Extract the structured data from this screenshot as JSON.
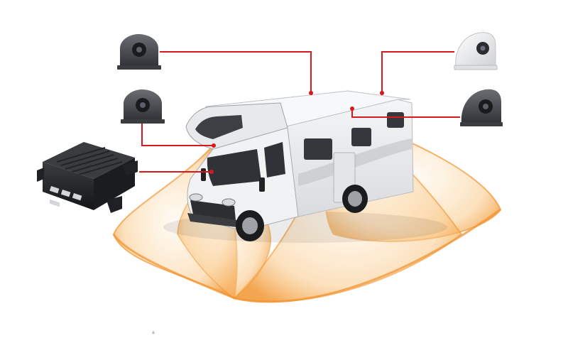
{
  "colors": {
    "background": "#ffffff",
    "connector": "#d7191f",
    "coverage_fill": "#f7a23a",
    "coverage_edge": "#f08a1c",
    "camera_body": "#4a4d52",
    "camera_white": "#f2f2f2",
    "dvr_body": "#1f2124",
    "van_body": "#ecedef",
    "van_shadow": "#c9ccd1"
  },
  "components": {
    "dvr": "mobile-dvr-recorder",
    "cameras": [
      {
        "id": "cam-top-left",
        "style": "dark-side-mount"
      },
      {
        "id": "cam-mid-left",
        "style": "dark-side-mount"
      },
      {
        "id": "cam-top-right",
        "style": "white-side-mount"
      },
      {
        "id": "cam-mid-right",
        "style": "dark-side-mount"
      }
    ],
    "coverage_zones": [
      "front-zone",
      "left-zone",
      "right-zone",
      "rear-zone"
    ]
  }
}
